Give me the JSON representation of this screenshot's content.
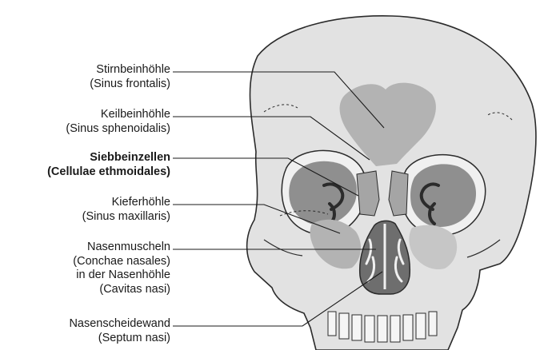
{
  "labels": [
    {
      "id": "frontal",
      "lines": [
        "Stirnbeinhöhle",
        "(Sinus frontalis)"
      ],
      "bold": false
    },
    {
      "id": "sphenoid",
      "lines": [
        "Keilbeinhöhle",
        "(Sinus sphenoidalis)"
      ],
      "bold": false
    },
    {
      "id": "ethmoid",
      "lines": [
        "Siebbeinzellen",
        "(Cellulae ethmoidales)"
      ],
      "bold": true
    },
    {
      "id": "maxillary",
      "lines": [
        "Kieferhöhle",
        "(Sinus maxillaris)"
      ],
      "bold": false
    },
    {
      "id": "conchae",
      "lines": [
        "Nasenmuscheln",
        "(Conchae nasales)",
        "in der Nasenhöhle",
        "(Cavitas nasi)"
      ],
      "bold": false
    },
    {
      "id": "septum",
      "lines": [
        "Nasenscheidewand",
        "(Septum nasi)"
      ],
      "bold": false
    }
  ],
  "colors": {
    "skull": "#e2e2e2",
    "skull_outline": "#2b2b2b",
    "sinus": "#b3b3b3",
    "orbit": "#8f8f8f",
    "nasal": "#6e6e6e",
    "leader": "#1a1a1a"
  }
}
